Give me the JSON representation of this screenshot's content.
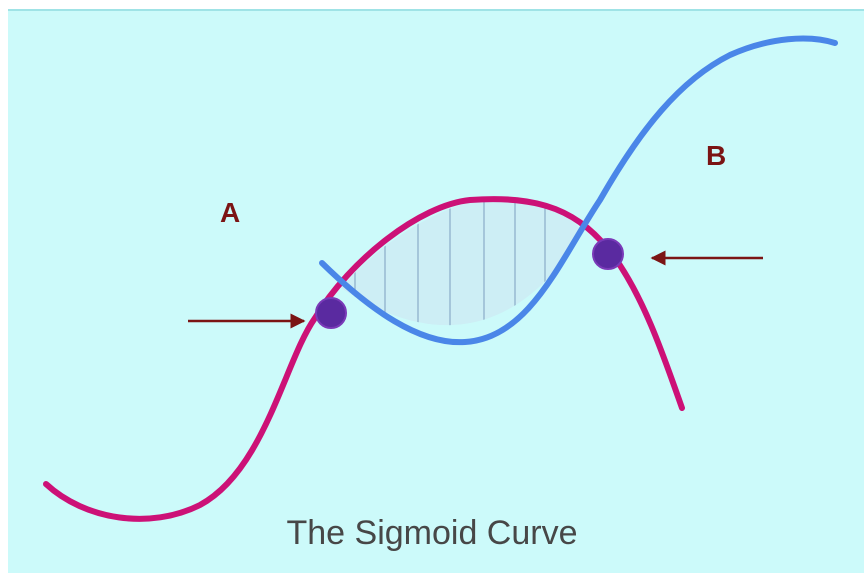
{
  "diagram": {
    "label_a": "A",
    "label_b": "B",
    "caption": "The Sigmoid Curve",
    "colors": {
      "background": "#ccfafa",
      "curve_a": "#cc1177",
      "curve_b": "#4a86e8",
      "hatch": "#8fb0cc",
      "arrow": "#7b1414",
      "point": "#5a2aa0",
      "label": "#7b1414",
      "caption": "#474747"
    }
  }
}
